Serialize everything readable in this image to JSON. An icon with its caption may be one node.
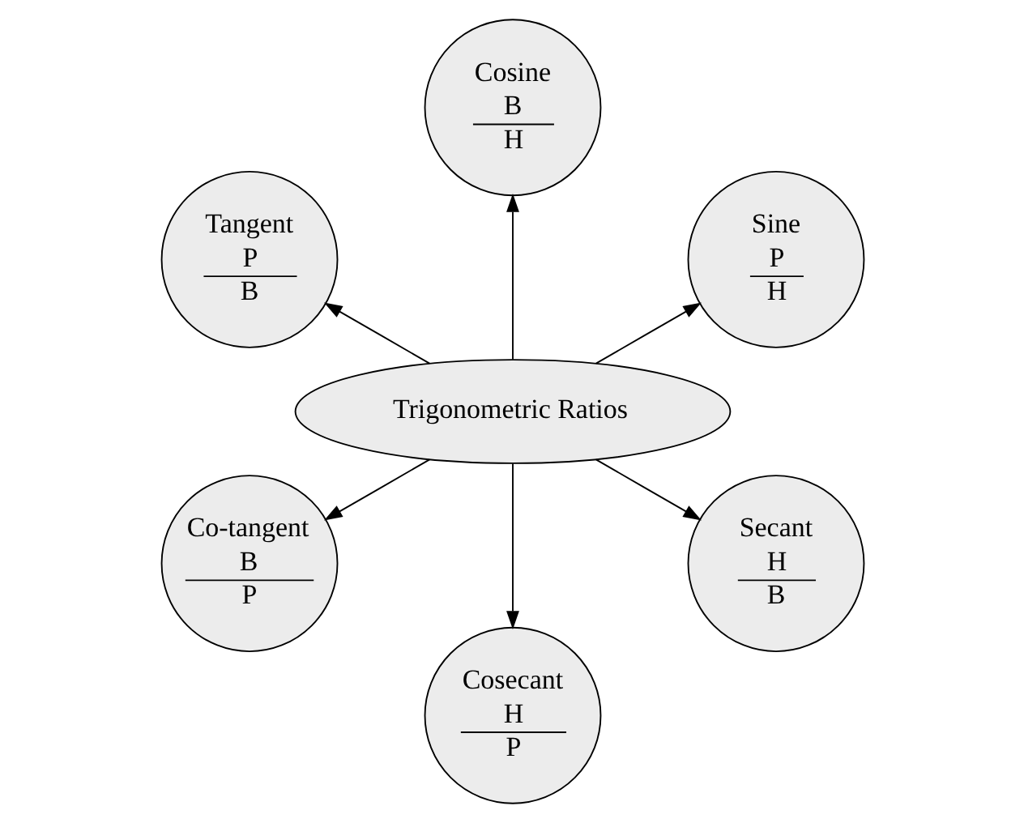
{
  "diagram": {
    "nodes": [
      {
        "text": [
          "Trigonometric Ratios"
        ]
      },
      {
        "text": [
          "Sine",
          "P",
          "H"
        ]
      },
      {
        "text": [
          "Cosine",
          "B",
          "H"
        ]
      },
      {
        "text": [
          "Tangent",
          "P",
          "B"
        ]
      },
      {
        "text": [
          "Co-tangent",
          "B",
          "P"
        ]
      },
      {
        "text": [
          "Cosecant",
          "H",
          "P"
        ]
      },
      {
        "text": [
          "Secant",
          "H",
          "B"
        ]
      }
    ],
    "edges": [
      {
        "from": 0,
        "to": 1,
        "arrow": "to"
      },
      {
        "from": 0,
        "to": 2,
        "arrow": "to"
      },
      {
        "from": 0,
        "to": 3,
        "arrow": "to"
      },
      {
        "from": 0,
        "to": 4,
        "arrow": "to"
      },
      {
        "from": 0,
        "to": 5,
        "arrow": "to"
      },
      {
        "from": 0,
        "to": 6,
        "arrow": "to"
      }
    ]
  }
}
